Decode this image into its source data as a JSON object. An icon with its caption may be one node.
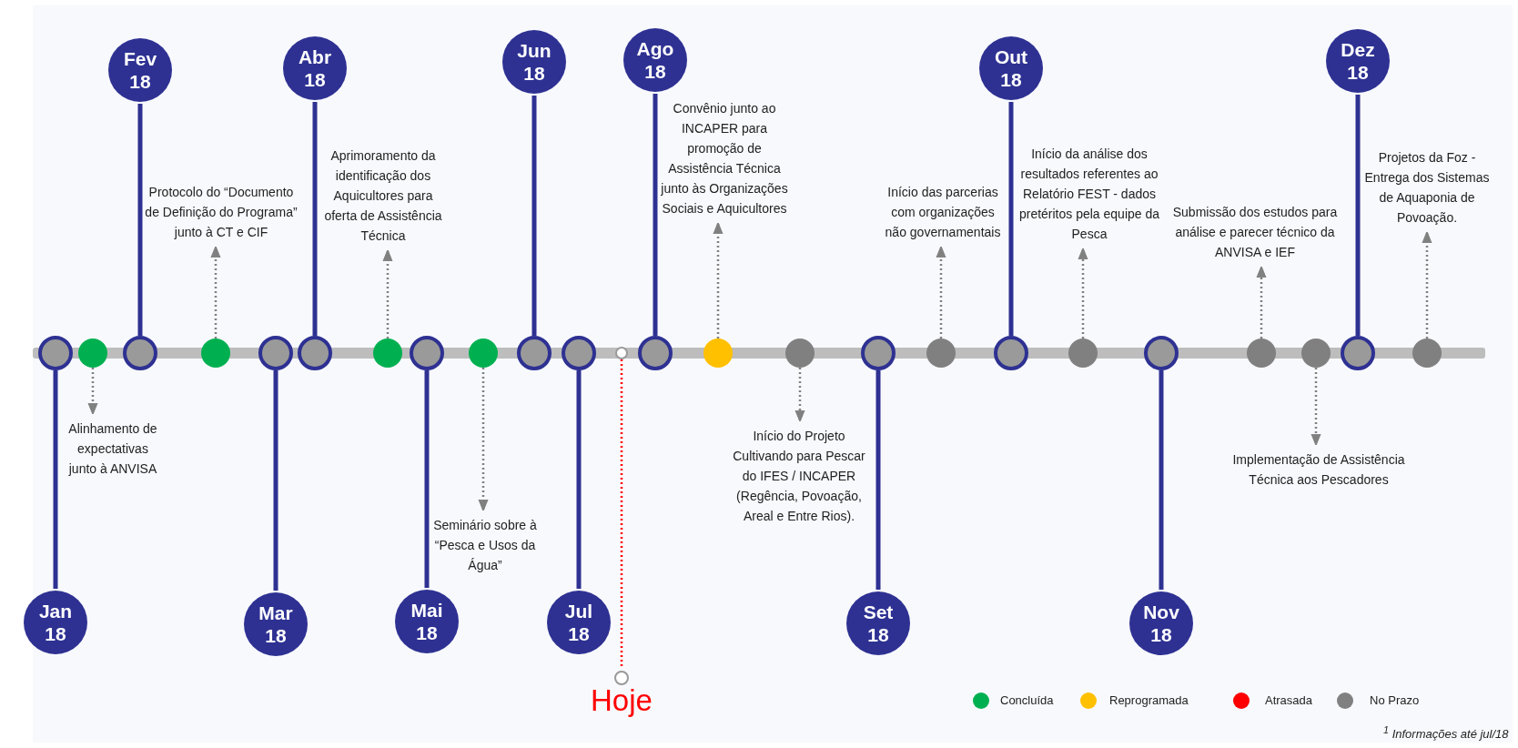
{
  "diagram": {
    "nodes": [
      {
        "text": [],
        "shape": "circle"
      },
      {
        "text": [
          "Jan 18"
        ]
      },
      {
        "text": [],
        "shape": "circle"
      },
      {
        "text": [
          "Alinhamento de expectativas junto à ANVISA"
        ]
      },
      {
        "text": [],
        "shape": "circle"
      },
      {
        "text": [
          "Fev 18"
        ]
      },
      {
        "text": [],
        "shape": "circle"
      },
      {
        "text": [
          "Protocolo do “Documento de Definição do Programa” junto à CT e CIF"
        ]
      },
      {
        "text": [],
        "shape": "circle"
      },
      {
        "text": [
          "Mar 18"
        ]
      },
      {
        "text": [],
        "shape": "circle"
      },
      {
        "text": [
          "Abr 18"
        ]
      },
      {
        "text": [],
        "shape": "circle"
      },
      {
        "text": [
          "Aprimoramento da identificação dos Aquicultores para oferta de Assistência Técnica"
        ]
      },
      {
        "text": [],
        "shape": "circle"
      },
      {
        "text": [
          "Mai 18"
        ]
      },
      {
        "text": [],
        "shape": "circle"
      },
      {
        "text": [
          "Seminário sobre à “Pesca e Usos da Água”"
        ]
      },
      {
        "text": [],
        "shape": "circle"
      },
      {
        "text": [
          "Jun 18"
        ]
      },
      {
        "text": [],
        "shape": "circle"
      },
      {
        "text": [
          "Jul 18"
        ]
      },
      {
        "text": [],
        "shape": "circle"
      },
      {
        "text": [],
        "shape": "circle",
        "beside": [
          "Hoje"
        ]
      },
      {
        "text": [],
        "shape": "circle"
      },
      {
        "text": [
          "Ago 18"
        ]
      },
      {
        "text": [],
        "shape": "circle"
      },
      {
        "text": [
          "Convênio junto ao INCAPER para promoção de Assistência Técnica junto às Organizações Sociais e Aquicultores"
        ]
      },
      {
        "text": [],
        "shape": "circle"
      },
      {
        "text": [
          "Início do Projeto Cultivando para Pescar do IFES / INCAPER (Regência, Povoação, Areal e Entre Rios)."
        ]
      },
      {
        "text": [],
        "shape": "circle"
      },
      {
        "text": [
          "Set 18"
        ]
      },
      {
        "text": [],
        "shape": "circle"
      },
      {
        "text": [
          "Início das parcerias com organizações não governamentais"
        ]
      },
      {
        "text": [],
        "shape": "circle"
      },
      {
        "text": [
          "Out 18"
        ]
      },
      {
        "text": [],
        "shape": "circle"
      },
      {
        "text": [
          "Início da análise dos resultados referentes ao Relatório FEST - dados pretéritos pela equipe da Pesca"
        ]
      },
      {
        "text": [],
        "shape": "circle"
      },
      {
        "text": [
          "Nov 18"
        ]
      },
      {
        "text": [],
        "shape": "circle"
      },
      {
        "text": [
          "Submissão dos estudos para análise e parecer técnico da ANVISA e IEF"
        ]
      },
      {
        "text": [],
        "shape": "circle"
      },
      {
        "text": [
          "Implementação de Assistência Técnica aos Pescadores"
        ]
      },
      {
        "text": [],
        "shape": "circle"
      },
      {
        "text": [
          "Dez 18"
        ]
      },
      {
        "text": [],
        "shape": "circle"
      },
      {
        "text": [
          "Projetos da Foz - Entrega dos Sistemas de Aquaponia de Povoação."
        ]
      }
    ],
    "edges": [
      {
        "from": 0,
        "to": 1,
        "arrow": "none"
      },
      {
        "from": 2,
        "to": 3,
        "arrow": "to",
        "style": "dashed",
        "color": "#808080"
      },
      {
        "from": 4,
        "to": 5,
        "arrow": "none"
      },
      {
        "from": 6,
        "to": 7,
        "arrow": "to",
        "style": "dashed",
        "color": "#808080"
      },
      {
        "from": 8,
        "to": 9,
        "arrow": "none"
      },
      {
        "from": 10,
        "to": 11,
        "arrow": "none"
      },
      {
        "from": 12,
        "to": 13,
        "arrow": "to",
        "style": "dashed",
        "color": "#808080"
      },
      {
        "from": 14,
        "to": 15,
        "arrow": "none"
      },
      {
        "from": 16,
        "to": 17,
        "arrow": "to",
        "style": "dashed",
        "color": "#808080"
      },
      {
        "from": 18,
        "to": 19,
        "arrow": "none"
      },
      {
        "from": 20,
        "to": 21,
        "arrow": "none"
      },
      {
        "from": 22,
        "to": 23,
        "arrow": "none",
        "style": "dashed",
        "color": "#ff0000"
      },
      {
        "from": 24,
        "to": 25,
        "arrow": "none"
      },
      {
        "from": 26,
        "to": 27,
        "arrow": "to",
        "style": "dashed",
        "color": "#808080"
      },
      {
        "from": 28,
        "to": 29,
        "arrow": "to",
        "style": "dashed",
        "color": "#808080"
      },
      {
        "from": 30,
        "to": 31,
        "arrow": "none"
      },
      {
        "from": 32,
        "to": 33,
        "arrow": "to",
        "style": "dashed",
        "color": "#808080"
      },
      {
        "from": 34,
        "to": 35,
        "arrow": "none"
      },
      {
        "from": 36,
        "to": 37,
        "arrow": "to",
        "style": "dashed",
        "color": "#808080"
      },
      {
        "from": 38,
        "to": 39,
        "arrow": "none"
      },
      {
        "from": 40,
        "to": 41,
        "arrow": "to",
        "style": "dashed",
        "color": "#808080"
      },
      {
        "from": 42,
        "to": 43,
        "arrow": "to",
        "style": "dashed",
        "color": "#808080"
      },
      {
        "from": 44,
        "to": 45,
        "arrow": "none"
      },
      {
        "from": 46,
        "to": 47,
        "arrow": "to",
        "style": "dashed",
        "color": "#808080"
      }
    ],
    "labels": [
      "$^{1}$ Informações até jul/18"
    ],
    "legend": [
      {
        "text": "Concluída",
        "color": "#00b050"
      },
      {
        "text": "Reprogramada",
        "color": "#ffc000"
      },
      {
        "text": "Atrasada",
        "color": "#ff0000"
      },
      {
        "text": "No Prazo",
        "color": "#808080"
      }
    ]
  }
}
